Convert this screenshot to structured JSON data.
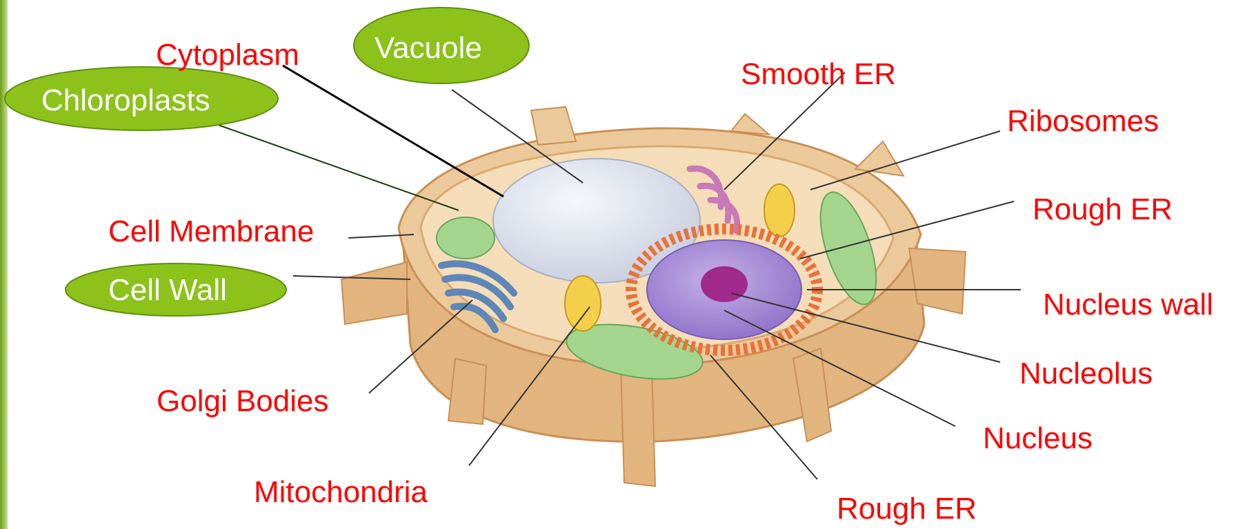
{
  "labels": {
    "cytoplasm": "Cytoplasm",
    "vacuole": "Vacuole",
    "chloroplasts": "Chloroplasts",
    "smooth_er": "Smooth ER",
    "ribosomes": "Ribosomes",
    "rough_er_top": "Rough ER",
    "cell_membrane": "Cell Membrane",
    "cell_wall": "Cell Wall",
    "nucleus_wall": "Nucleus wall",
    "nucleolus": "Nucleolus",
    "golgi_bodies": "Golgi Bodies",
    "nucleus": "Nucleus",
    "mitochondria": "Mitochondria",
    "rough_er_bottom": "Rough ER"
  },
  "colors": {
    "label_text": "#ff0000",
    "oval_fill": "#8cc21a",
    "oval_text": "#ffffff",
    "cell_wall_fill": "#ecc99a",
    "cytoplasm_fill": "#f4ddb8",
    "vacuole_fill": "#e3e7f1",
    "nucleus_fill": "#a88ed6",
    "nucleolus_fill": "#a02a8c",
    "chloroplast_fill": "#a3d68c",
    "mitochondria_fill": "#f4d04a",
    "golgi_fill": "#5e86b8",
    "rough_er_fill": "#e8723a",
    "smooth_er_fill": "#c879b8"
  }
}
